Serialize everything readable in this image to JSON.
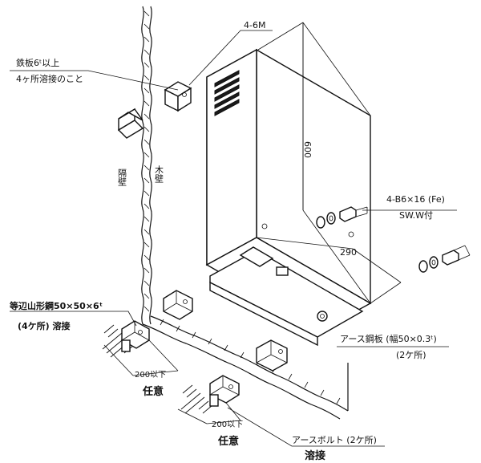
{
  "labels": {
    "anchor_holes": "4-6M",
    "steel_plate": "鉄板6ᵗ以上",
    "weld_four": "4ヶ所溶接のこと",
    "height_dim": "600",
    "bolts": "4-B6×16 (Fe)",
    "washers": "SW.W付",
    "depth_dim": "290",
    "partition_wall": "隔壁",
    "wooden_wall": "木壁",
    "angle_steel": "等辺山形鋼50×50×6ᵗ",
    "weld_angle": "(4ケ所) 溶接",
    "spacing_1": "200以下",
    "optional_1": "任意",
    "spacing_2": "200以下",
    "optional_2": "任意",
    "earth_plate": "アース鋼板 (幅50×0.3ᵗ)",
    "earth_plate_count": "(2ケ所)",
    "earth_bolt": "アースボルト (2ケ所)",
    "weld_earth": "溶接"
  }
}
